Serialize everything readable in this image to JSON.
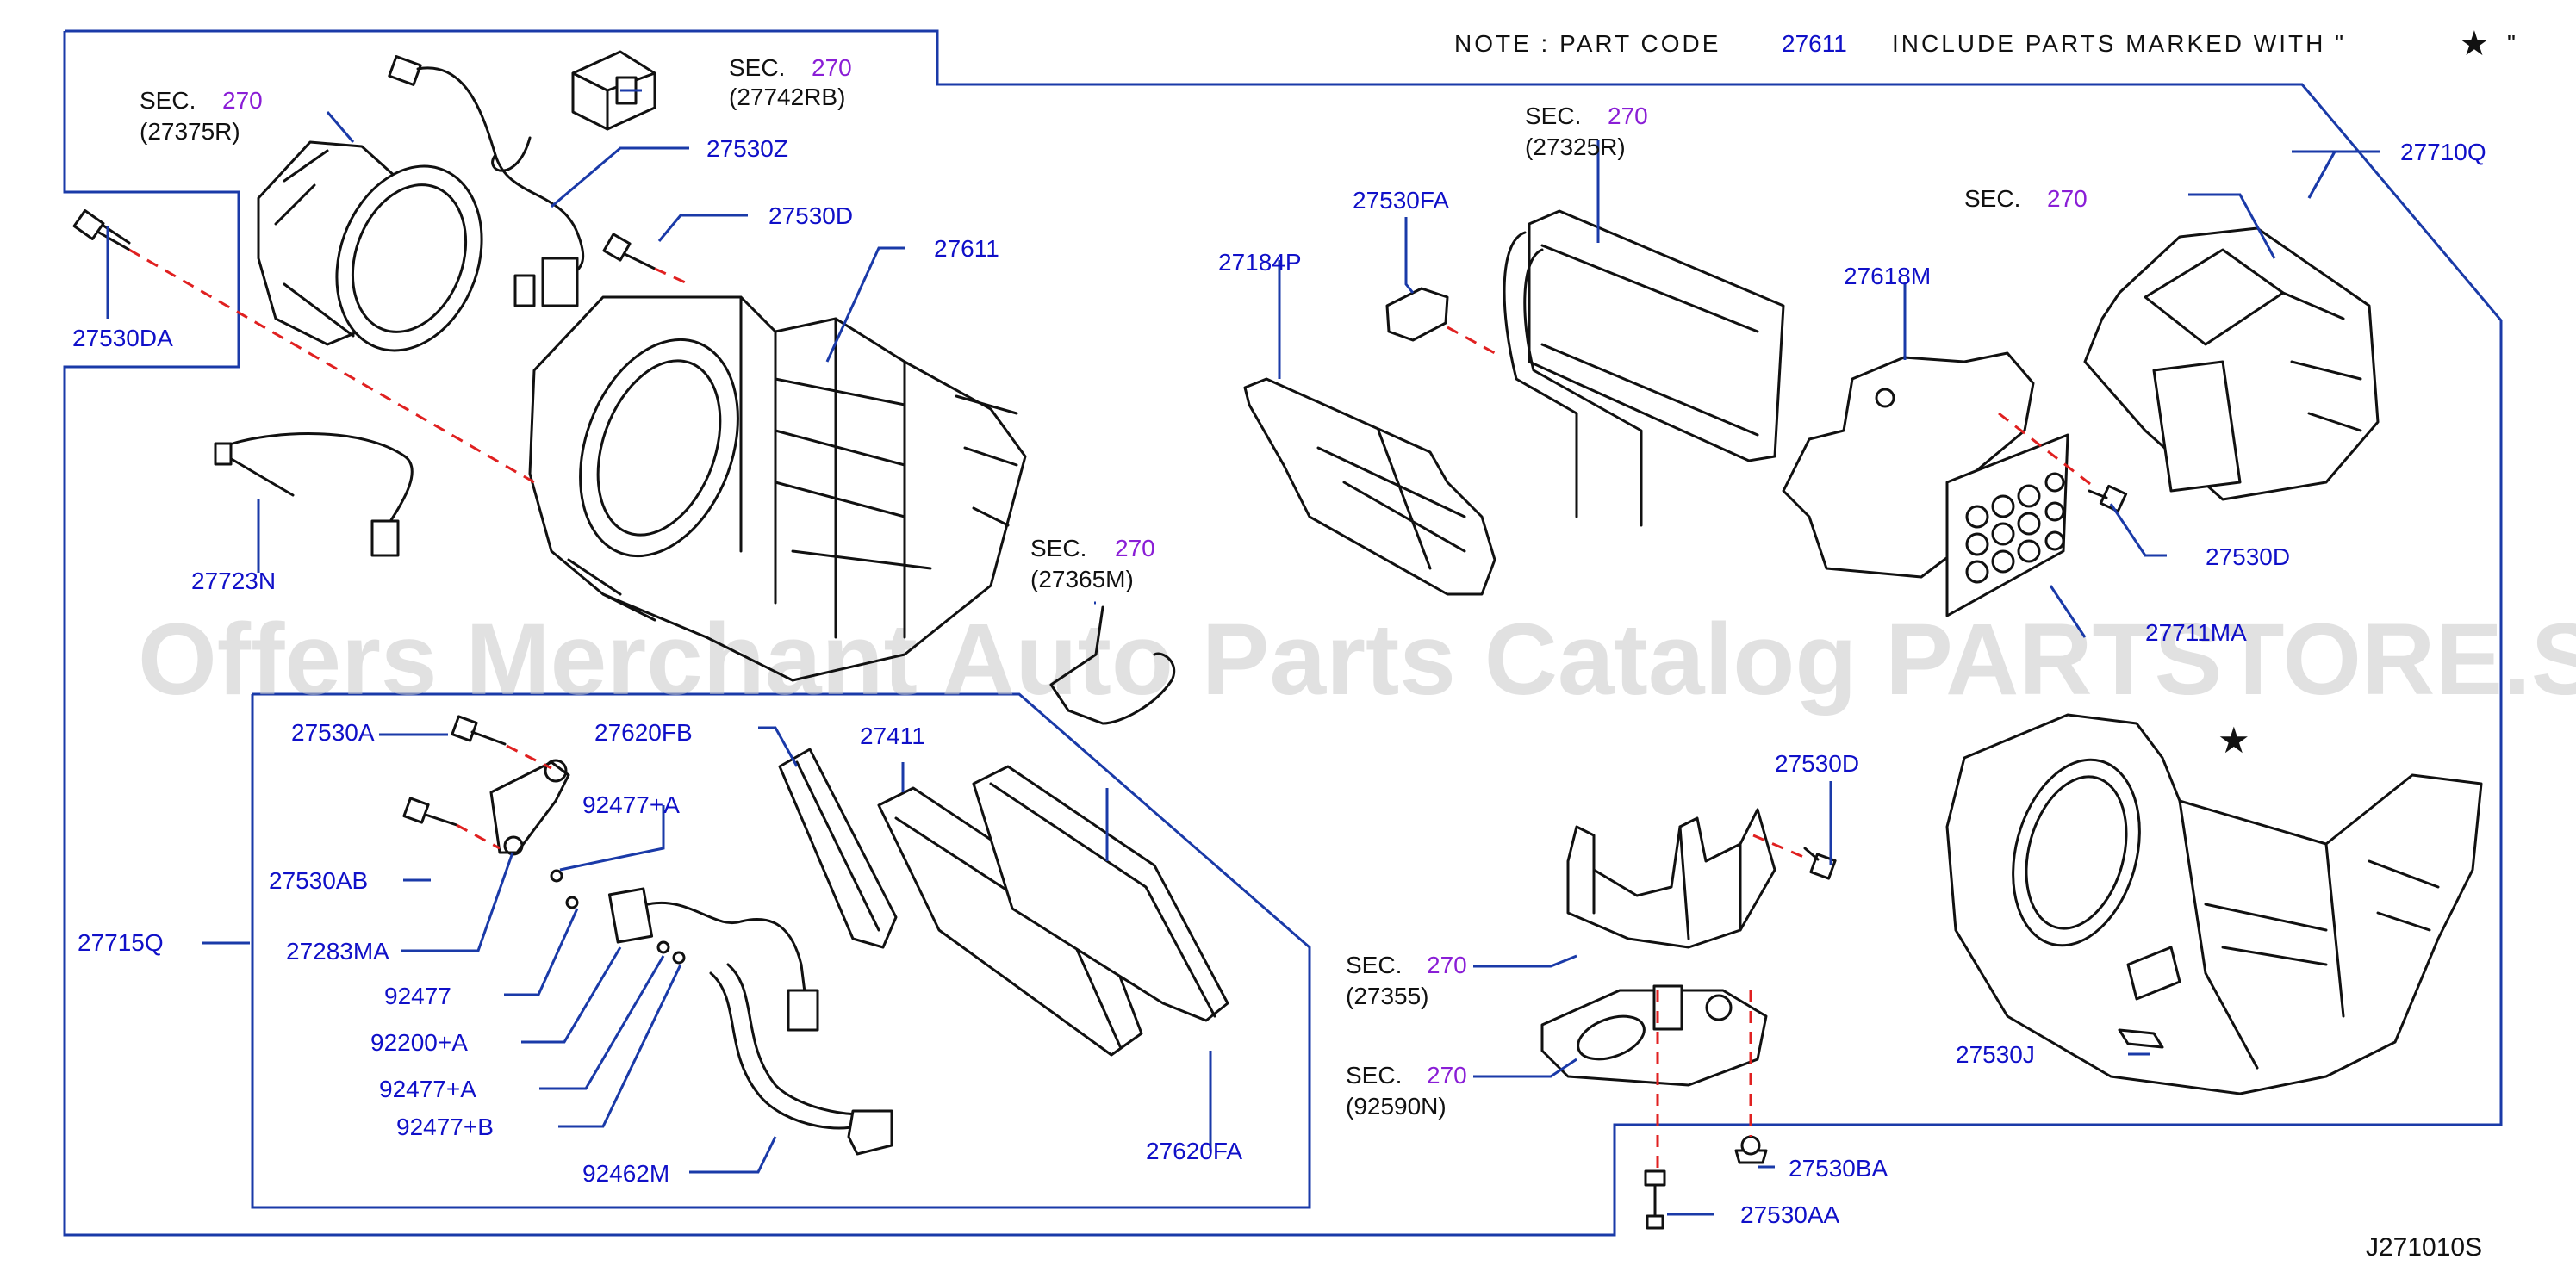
{
  "note": {
    "prefix": "NOTE : PART CODE",
    "code": "27611",
    "suffix": "INCLUDE PARTS MARKED WITH \"",
    "star": "★",
    "end": "\""
  },
  "watermark": "Offers Merchant Auto Parts Catalog PARTSTORE.SA",
  "diagram_id": "J271010S",
  "sec_refs": [
    {
      "sec": "SEC.",
      "num": "270",
      "code": "(27375R)"
    },
    {
      "sec": "SEC.",
      "num": "270",
      "code": "(27742RB)"
    },
    {
      "sec": "SEC.",
      "num": "270",
      "code": "(27325R)"
    },
    {
      "sec": "SEC.",
      "num": "270",
      "code": ""
    },
    {
      "sec": "SEC.",
      "num": "270",
      "code": "(27365M)"
    },
    {
      "sec": "SEC.",
      "num": "270",
      "code": "(27355)"
    },
    {
      "sec": "SEC.",
      "num": "270",
      "code": "(92590N)"
    }
  ],
  "labels": {
    "p27530Z": "27530Z",
    "p27530D_top": "27530D",
    "p27611": "27611",
    "p27530DA": "27530DA",
    "p27723N": "27723N",
    "p27530FA": "27530FA",
    "p27184P": "27184P",
    "p27618M": "27618M",
    "p27710Q": "27710Q",
    "p27530D_right": "27530D",
    "p27711MA": "27711MA",
    "p27530A": "27530A",
    "p27620FB": "27620FB",
    "p27411": "27411",
    "p92477A_1": "92477+A",
    "p27530AB": "27530AB",
    "p27715Q": "27715Q",
    "p27283MA": "27283MA",
    "p92477": "92477",
    "p92200A": "92200+A",
    "p92477A_2": "92477+A",
    "p92477B": "92477+B",
    "p92462M": "92462M",
    "p27620FA": "27620FA",
    "p27530D_mid": "27530D",
    "p27530J": "27530J",
    "p27530BA": "27530BA",
    "p27530AA": "27530AA"
  }
}
